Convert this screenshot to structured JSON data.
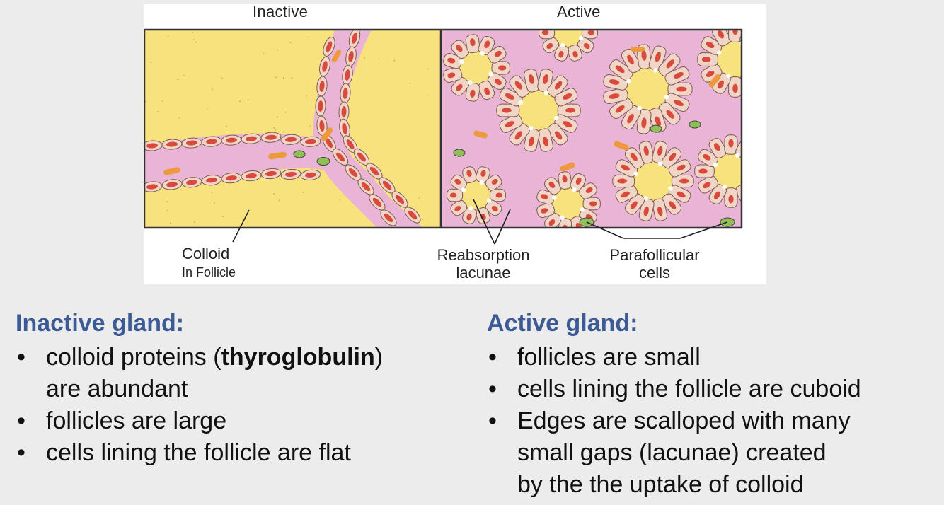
{
  "figure": {
    "title_left": "Inactive",
    "title_right": "Active",
    "label_colloid": "Colloid",
    "label_colloid_sub": "In Follicle",
    "label_reabsorption_1": "Reabsorption",
    "label_reabsorption_2": "lacunae",
    "label_parafollicular_1": "Parafollicular",
    "label_parafollicular_2": "cells",
    "colors": {
      "colloid": "#f8e27e",
      "stroma": "#eab4d6",
      "cell_fill": "#f1d5c6",
      "nucleus": "#d94a3e",
      "parafollicular": "#8fbf55",
      "capillary": "#ee9a3c",
      "border": "#333333"
    }
  },
  "inactive": {
    "heading": "Inactive gland:",
    "bullets": [
      {
        "pre": "colloid proteins (",
        "bold": "thyroglobulin",
        "post": ")"
      },
      {
        "text": "are abundant",
        "continuation": true
      },
      {
        "text": "follicles are large"
      },
      {
        "text": "cells lining the follicle are flat"
      }
    ]
  },
  "active": {
    "heading": "Active gland:",
    "bullets": [
      {
        "text": "follicles are small"
      },
      {
        "text": "cells lining the follicle are cuboid"
      },
      {
        "text": "Edges are scalloped with many"
      },
      {
        "text": "small gaps (lacunae) created",
        "continuation": true
      },
      {
        "text": "by the the uptake of colloid",
        "continuation": true
      }
    ]
  }
}
